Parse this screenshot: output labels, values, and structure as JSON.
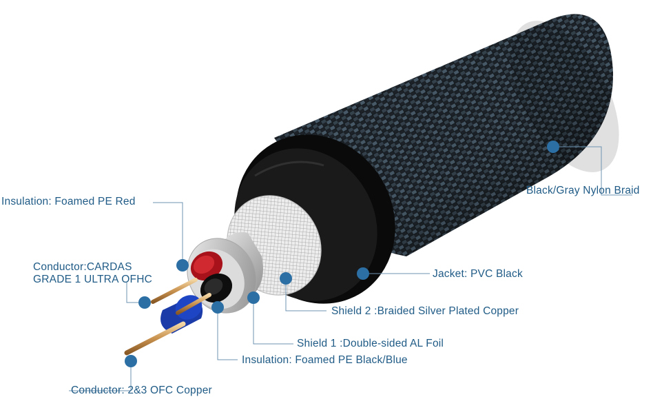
{
  "labels": {
    "nylon_braid": "Black/Gray Nylon Braid",
    "insulation_red": "Insulation: Foamed PE Red",
    "conductor_cardas_line1": "Conductor:CARDAS",
    "conductor_cardas_line2": "GRADE 1 ULTRA OFHC",
    "jacket": "Jacket: PVC Black",
    "shield2": "Shield 2 :Braided Silver Plated Copper",
    "shield1": "Shield 1 :Double-sided  AL Foil",
    "insulation_black_blue": "Insulation: Foamed PE Black/Blue",
    "conductor_ofc": "Conductor: 2&3 OFC Copper"
  },
  "colors": {
    "label_text": "#1f5b86",
    "callout_dot": "#2c6fa4",
    "leader_line": "#6d93b3",
    "jacket": "#0e0e0e",
    "braid_dark": "#20272d",
    "braid_light": "#5d7283",
    "foil": "#c9c9c9",
    "insulation_red": "#b5141b",
    "insulation_blue": "#1d3fae",
    "insulation_black": "#111111",
    "copper": "#d6a766"
  }
}
